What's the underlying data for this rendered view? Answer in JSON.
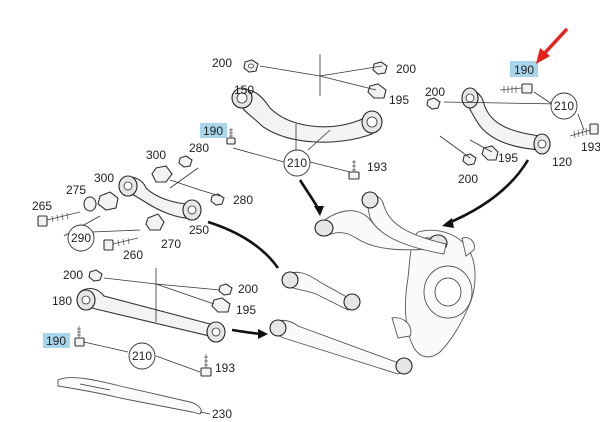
{
  "accent_color": "#e8211c",
  "highlight_color": "#a9d5ea",
  "labels": {
    "upper_group": {
      "nut_left": "200",
      "nut_right": "200",
      "arm": "150",
      "washer": "195",
      "bolt": "190",
      "fastener_set": "210",
      "bolt_nut": "193"
    },
    "right_group": {
      "bolt": "190",
      "nut_top": "200",
      "fastener_set": "210",
      "washer": "195",
      "nut_bottom": "200",
      "arm": "120",
      "bolt_nut": "193"
    },
    "toe_group": {
      "bracket": "300",
      "nut_top": "280",
      "eccentric_washer": "300",
      "link": "275",
      "bolt": "265",
      "fastener_set": "290",
      "bolt_2": "260",
      "washer": "270",
      "nut_bottom": "280",
      "arm": "250"
    },
    "lower_group": {
      "nut_left": "200",
      "nut_right": "200",
      "arm": "180",
      "washer": "195",
      "bolt": "190",
      "fastener_set": "210",
      "bolt_nut": "193"
    },
    "cover": "230"
  },
  "highlighted_labels": [
    "upper_group.bolt",
    "right_group.bolt",
    "lower_group.bolt"
  ]
}
